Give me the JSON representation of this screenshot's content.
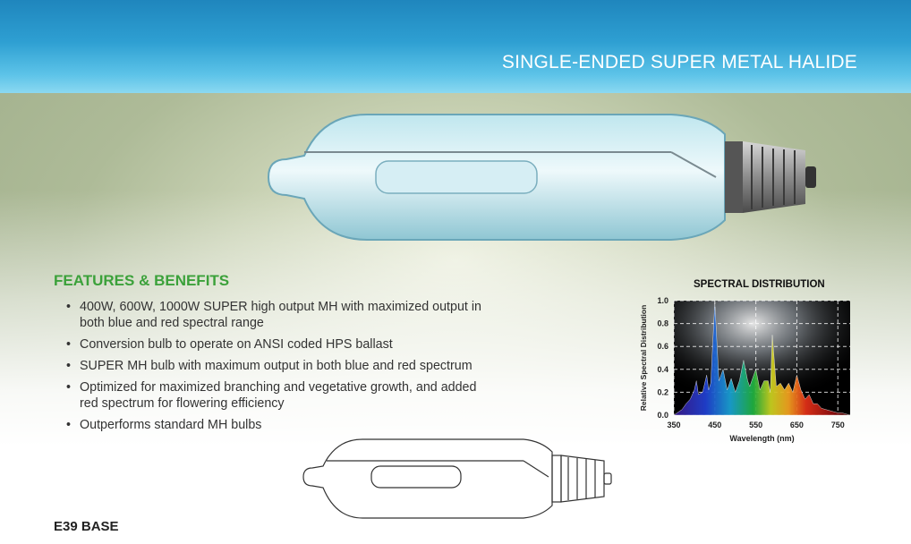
{
  "header": {
    "title": "SINGLE-ENDED SUPER METAL HALIDE"
  },
  "features": {
    "heading": "FEATURES & BENEFITS",
    "items": [
      {
        "line1": "400W, 600W, 1000W SUPER high output MH with maximized output in",
        "line2": "both blue and red spectral range"
      },
      {
        "line1": "Conversion bulb to operate on ANSI coded HPS ballast",
        "line2": ""
      },
      {
        "line1": "SUPER MH bulb with maximum output in both blue and red spectrum",
        "line2": ""
      },
      {
        "line1": "Optimized for maximized branching and vegetative growth, and added",
        "line2": "red spectrum for flowering efficiency"
      },
      {
        "line1": "Outperforms standard MH bulbs",
        "line2": ""
      }
    ],
    "bullet": "•"
  },
  "footer": {
    "base_label": "E39 BASE"
  },
  "chart_data": {
    "type": "area",
    "title": "SPECTRAL DISTRIBUTION",
    "xlabel": "Wavelength (nm)",
    "ylabel": "Relative Spectral Distribution",
    "xlim": [
      350,
      780
    ],
    "ylim": [
      0,
      1.0
    ],
    "x_ticks": [
      "350",
      "450",
      "550",
      "650",
      "750"
    ],
    "y_ticks": [
      "0.0",
      "0.2",
      "0.4",
      "0.6",
      "0.8",
      "1.0"
    ],
    "grid": true,
    "background": "#000000",
    "x": [
      350,
      370,
      380,
      390,
      400,
      405,
      410,
      420,
      430,
      435,
      440,
      450,
      460,
      470,
      480,
      490,
      500,
      510,
      520,
      530,
      535,
      540,
      550,
      560,
      570,
      580,
      585,
      590,
      600,
      610,
      620,
      630,
      640,
      650,
      660,
      670,
      680,
      690,
      700,
      710,
      720,
      730,
      740,
      750,
      760,
      770,
      780
    ],
    "y": [
      0.0,
      0.05,
      0.1,
      0.14,
      0.22,
      0.3,
      0.18,
      0.2,
      0.35,
      0.22,
      0.28,
      0.98,
      0.3,
      0.4,
      0.22,
      0.32,
      0.2,
      0.3,
      0.48,
      0.3,
      0.25,
      0.3,
      0.4,
      0.22,
      0.3,
      0.3,
      0.2,
      0.7,
      0.25,
      0.28,
      0.22,
      0.28,
      0.2,
      0.35,
      0.22,
      0.14,
      0.18,
      0.1,
      0.1,
      0.06,
      0.05,
      0.04,
      0.03,
      0.02,
      0.02,
      0.01,
      0.0
    ]
  }
}
